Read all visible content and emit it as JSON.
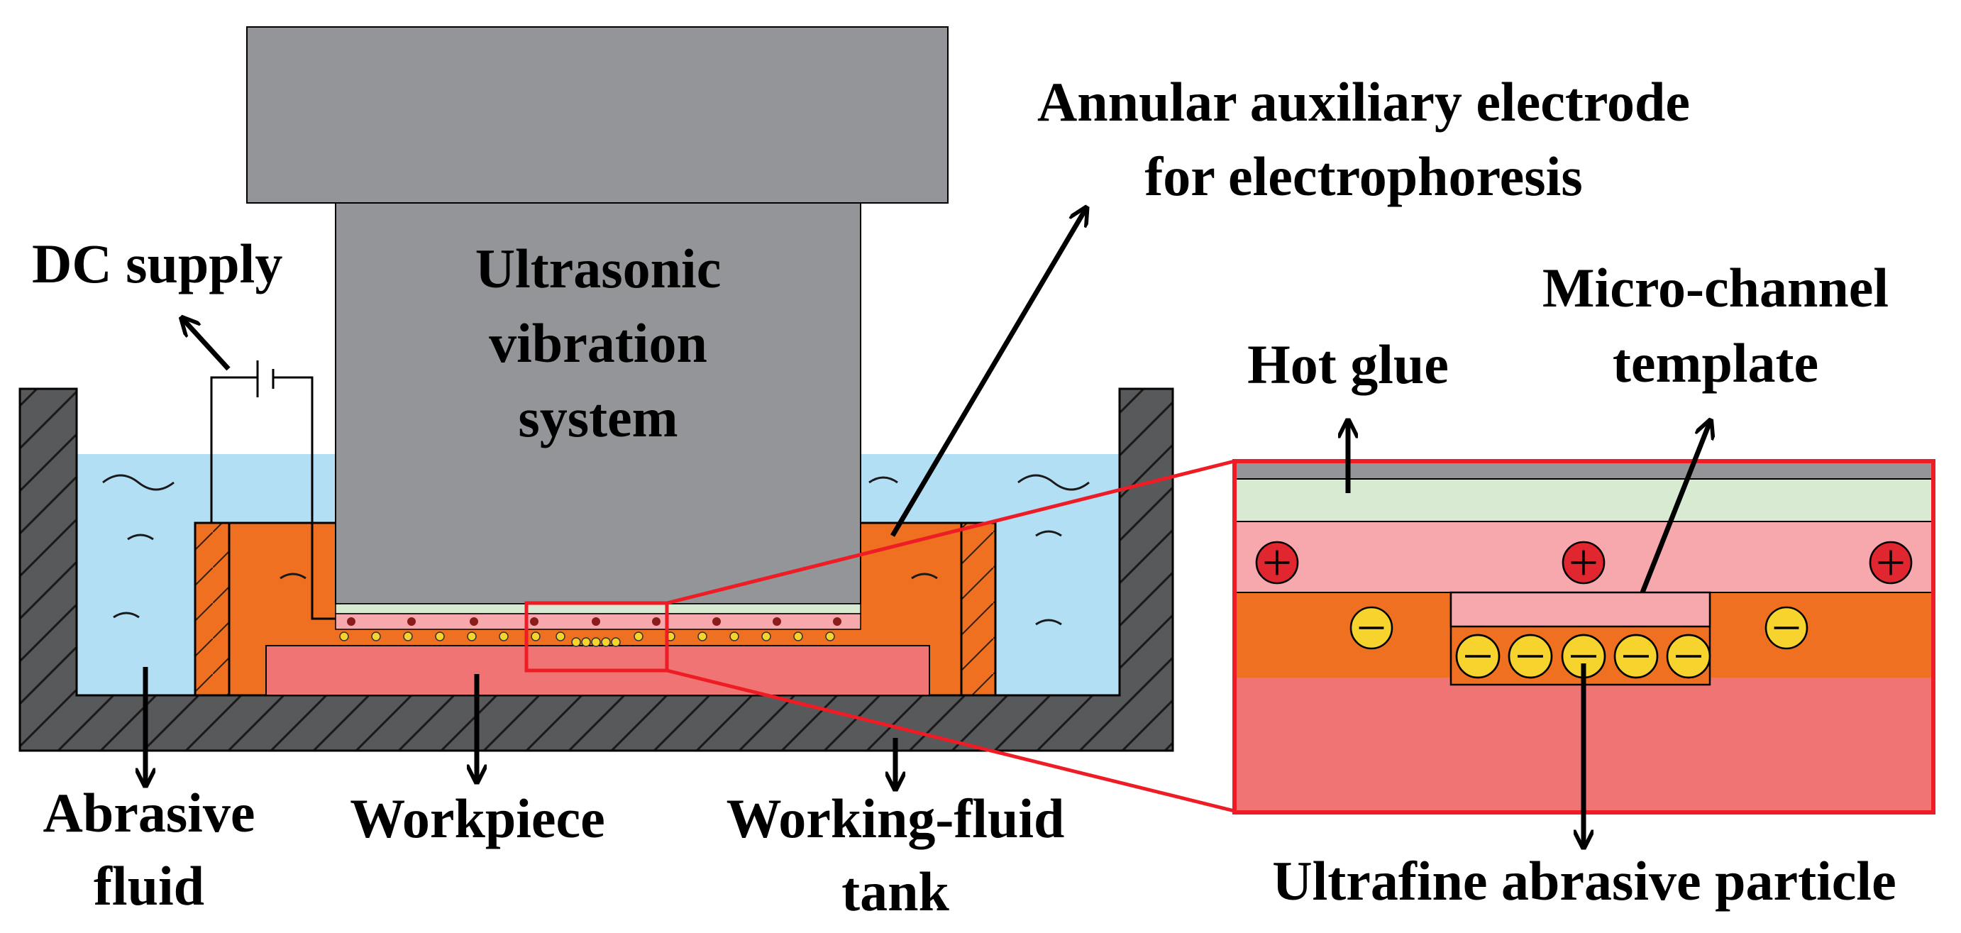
{
  "labels": {
    "dc_supply": "DC supply",
    "ultrasonic_line1": "Ultrasonic",
    "ultrasonic_line2": "vibration",
    "ultrasonic_line3": "system",
    "annular_line1": "Annular auxiliary electrode",
    "annular_line2": "for electrophoresis",
    "hot_glue": "Hot glue",
    "micro_line1": "Micro-channel",
    "micro_line2": "template",
    "abrasive_line1": "Abrasive",
    "abrasive_line2": "fluid",
    "workpiece": "Workpiece",
    "tank_line1": "Working-fluid",
    "tank_line2": "tank",
    "ultrafine": "Ultrafine abrasive particle"
  },
  "colors": {
    "horn": "#939598",
    "tank_wall": "#58595b",
    "fluid": "#b3dff5",
    "working_fluid": "#f07021",
    "workpiece": "#f07474",
    "glue": "#d9ead3",
    "template": "#f6a8ac",
    "positive_particle": "#e0262f",
    "negative_particle": "#f7d32d",
    "zoom_frame": "#ee1c24"
  }
}
